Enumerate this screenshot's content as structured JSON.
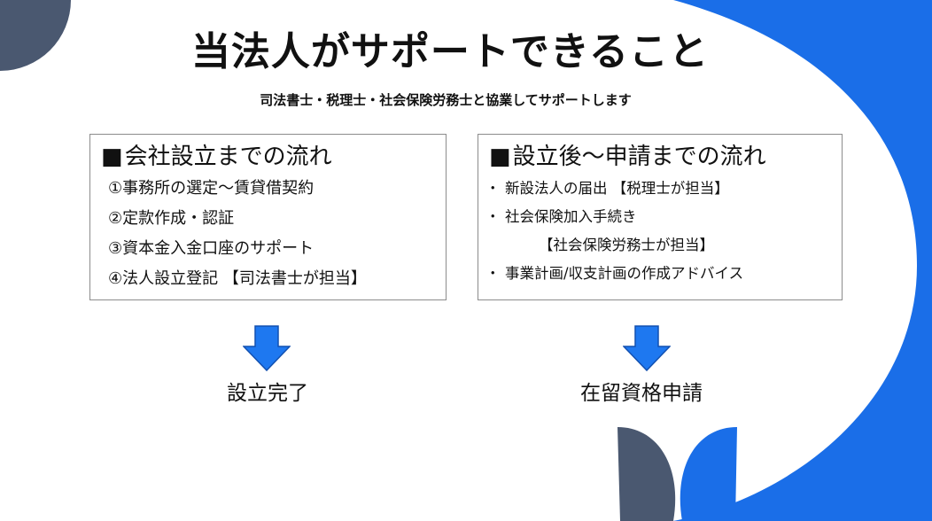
{
  "colors": {
    "accent_blue": "#1a6ee8",
    "slate": "#4a5870",
    "arrow_blue": "#1e78f0",
    "box_border": "#8c8c8c"
  },
  "title": "当法人がサポートできること",
  "subtitle": "司法書士・税理士・社会保険労務士と協業してサポートします",
  "left_box": {
    "heading": "会社設立までの流れ",
    "heading_marker": "■",
    "steps": [
      "①事務所の選定～賃貸借契約",
      "②定款作成・認証",
      "③資本金入金口座のサポート",
      "④法人設立登記 【司法書士が担当】"
    ],
    "result": "設立完了"
  },
  "right_box": {
    "heading": "設立後～申請までの流れ",
    "heading_marker": "■",
    "bullet_marker": "・",
    "items": [
      "新設法人の届出 【税理士が担当】",
      "社会保険加入手続き",
      "【社会保険労務士が担当】",
      "事業計画/収支計画の作成アドバイス"
    ],
    "result": "在留資格申請"
  },
  "icons": {
    "down_arrow": "down-arrow-icon",
    "leaf_decoration": "leaf-icon"
  }
}
